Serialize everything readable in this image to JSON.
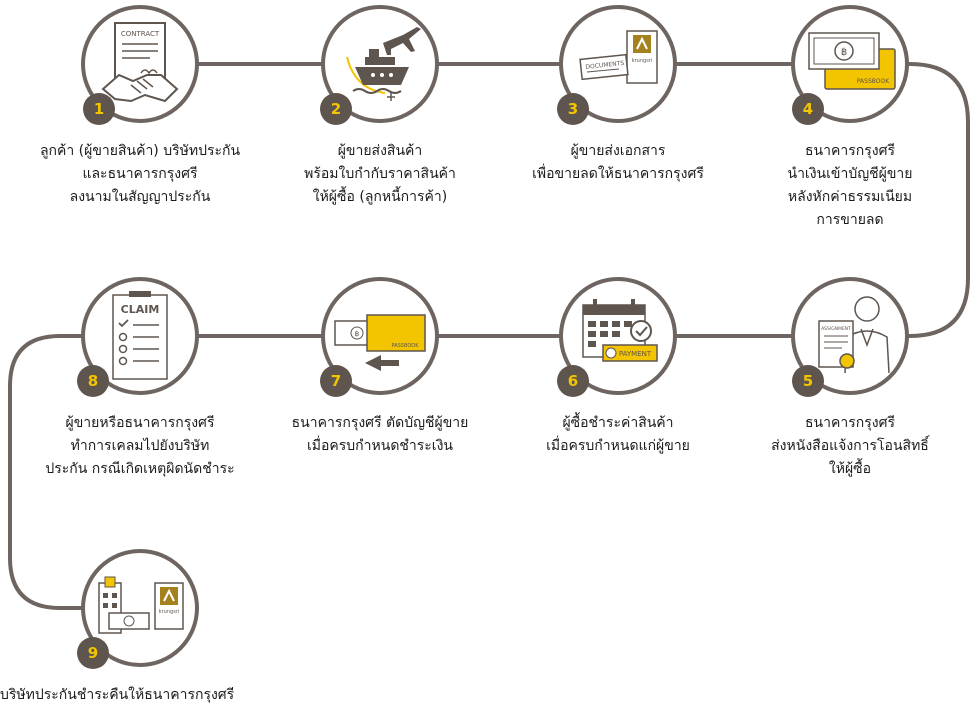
{
  "steps": [
    {
      "num": "1",
      "icon": "contract-handshake-icon",
      "lines": [
        "ลูกค้า (ผู้ขายสินค้า) บริษัทประกัน",
        "และธนาคารกรุงศรี",
        "ลงนามในสัญญาประกัน"
      ]
    },
    {
      "num": "2",
      "icon": "ship-airplane-icon",
      "lines": [
        "ผู้ขายส่งสินค้า",
        "พร้อมใบกำกับราคาสินค้า",
        "ให้ผู้ซื้อ (ลูกหนี้การค้า)"
      ]
    },
    {
      "num": "3",
      "icon": "documents-to-bank-icon",
      "lines": [
        "ผู้ขายส่งเอกสาร",
        "เพื่อขายลดให้ธนาคารกรุงศรี"
      ]
    },
    {
      "num": "4",
      "icon": "banknote-passbook-icon",
      "lines": [
        "ธนาคารกรุงศรี",
        "นำเงินเข้าบัญชีผู้ขาย",
        "หลังหักค่าธรรมเนียม",
        "การขายลด"
      ]
    },
    {
      "num": "5",
      "icon": "assignment-person-icon",
      "lines": [
        "ธนาคารกรุงศรี",
        "ส่งหนังสือแจ้งการโอนสิทธิ์",
        "ให้ผู้ซื้อ"
      ]
    },
    {
      "num": "6",
      "icon": "calendar-payment-icon",
      "lines": [
        "ผู้ซื้อชำระค่าสินค้า",
        "เมื่อครบกำหนดแก่ผู้ขาย"
      ]
    },
    {
      "num": "7",
      "icon": "passbook-debit-icon",
      "lines": [
        "ธนาคารกรุงศรี ตัดบัญชีผู้ขาย",
        "เมื่อครบกำหนดชำระเงิน"
      ]
    },
    {
      "num": "8",
      "icon": "claim-checklist-icon",
      "lines": [
        "ผู้ขายหรือธนาคารกรุงศรี",
        "ทำการเคลมไปยังบริษัท",
        "ประกัน กรณีเกิดเหตุผิดนัดชำระ"
      ]
    },
    {
      "num": "9",
      "icon": "insurer-repay-bank-icon",
      "lines": [
        "บริษัทประกันชำระคืนให้ธนาคารกรุงศรี"
      ]
    }
  ],
  "labels": {
    "contract": "CONTRACT",
    "documents": "DOCUMENTS",
    "passbook": "PASSBOOK",
    "assignment": "ASSIGNMENT",
    "payment": "PAYMENT",
    "claim": "CLAIM",
    "baht": "฿",
    "krungsri": "krungsri"
  },
  "colors": {
    "line": "#6e6560",
    "badge_bg": "#5f554f",
    "accent": "#f3c400",
    "bank": "#a5811e"
  }
}
